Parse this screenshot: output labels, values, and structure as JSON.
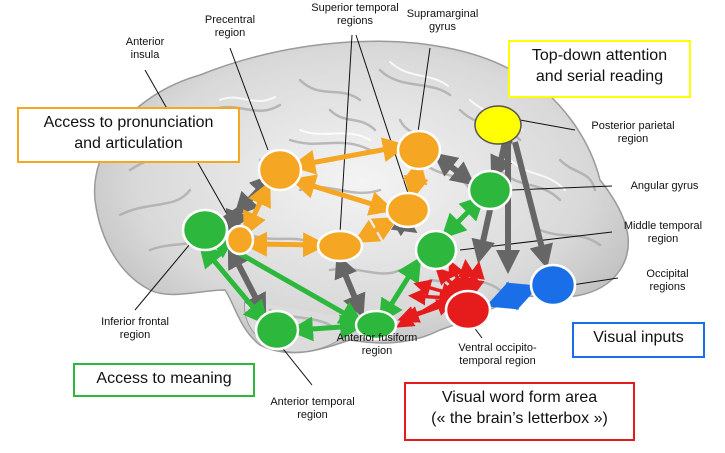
{
  "colors": {
    "pronunciation": "#f5a623",
    "meaning": "#2db83d",
    "attention": "#ffff00",
    "visual": "#1a6ee8",
    "vwfa": "#e61c1c",
    "connector": "#666666"
  },
  "boxes": {
    "pronunciation": "Access to pronunciation\nand articulation",
    "attention": "Top-down attention\nand serial reading",
    "meaning": "Access to meaning",
    "visual_inputs": "Visual inputs",
    "vwfa": "Visual word form area\n(« the brain’s letterbox »)"
  },
  "regions": {
    "anterior_insula": "Anterior\ninsula",
    "precentral": "Precentral\nregion",
    "superior_temporal": "Superior temporal\nregions",
    "supramarginal": "Supramarginal\ngyrus",
    "posterior_parietal": "Posterior parietal\nregion",
    "angular_gyrus": "Angular gyrus",
    "middle_temporal": "Middle temporal\nregion",
    "occipital": "Occipital\nregions",
    "inferior_frontal": "Inferior frontal\nregion",
    "ventral_occipito_temporal": "Ventral occipito-\ntemporal region",
    "anterior_fusiform": "Anterior fusiform\nregion",
    "anterior_temporal": "Anterior temporal\nregion"
  }
}
